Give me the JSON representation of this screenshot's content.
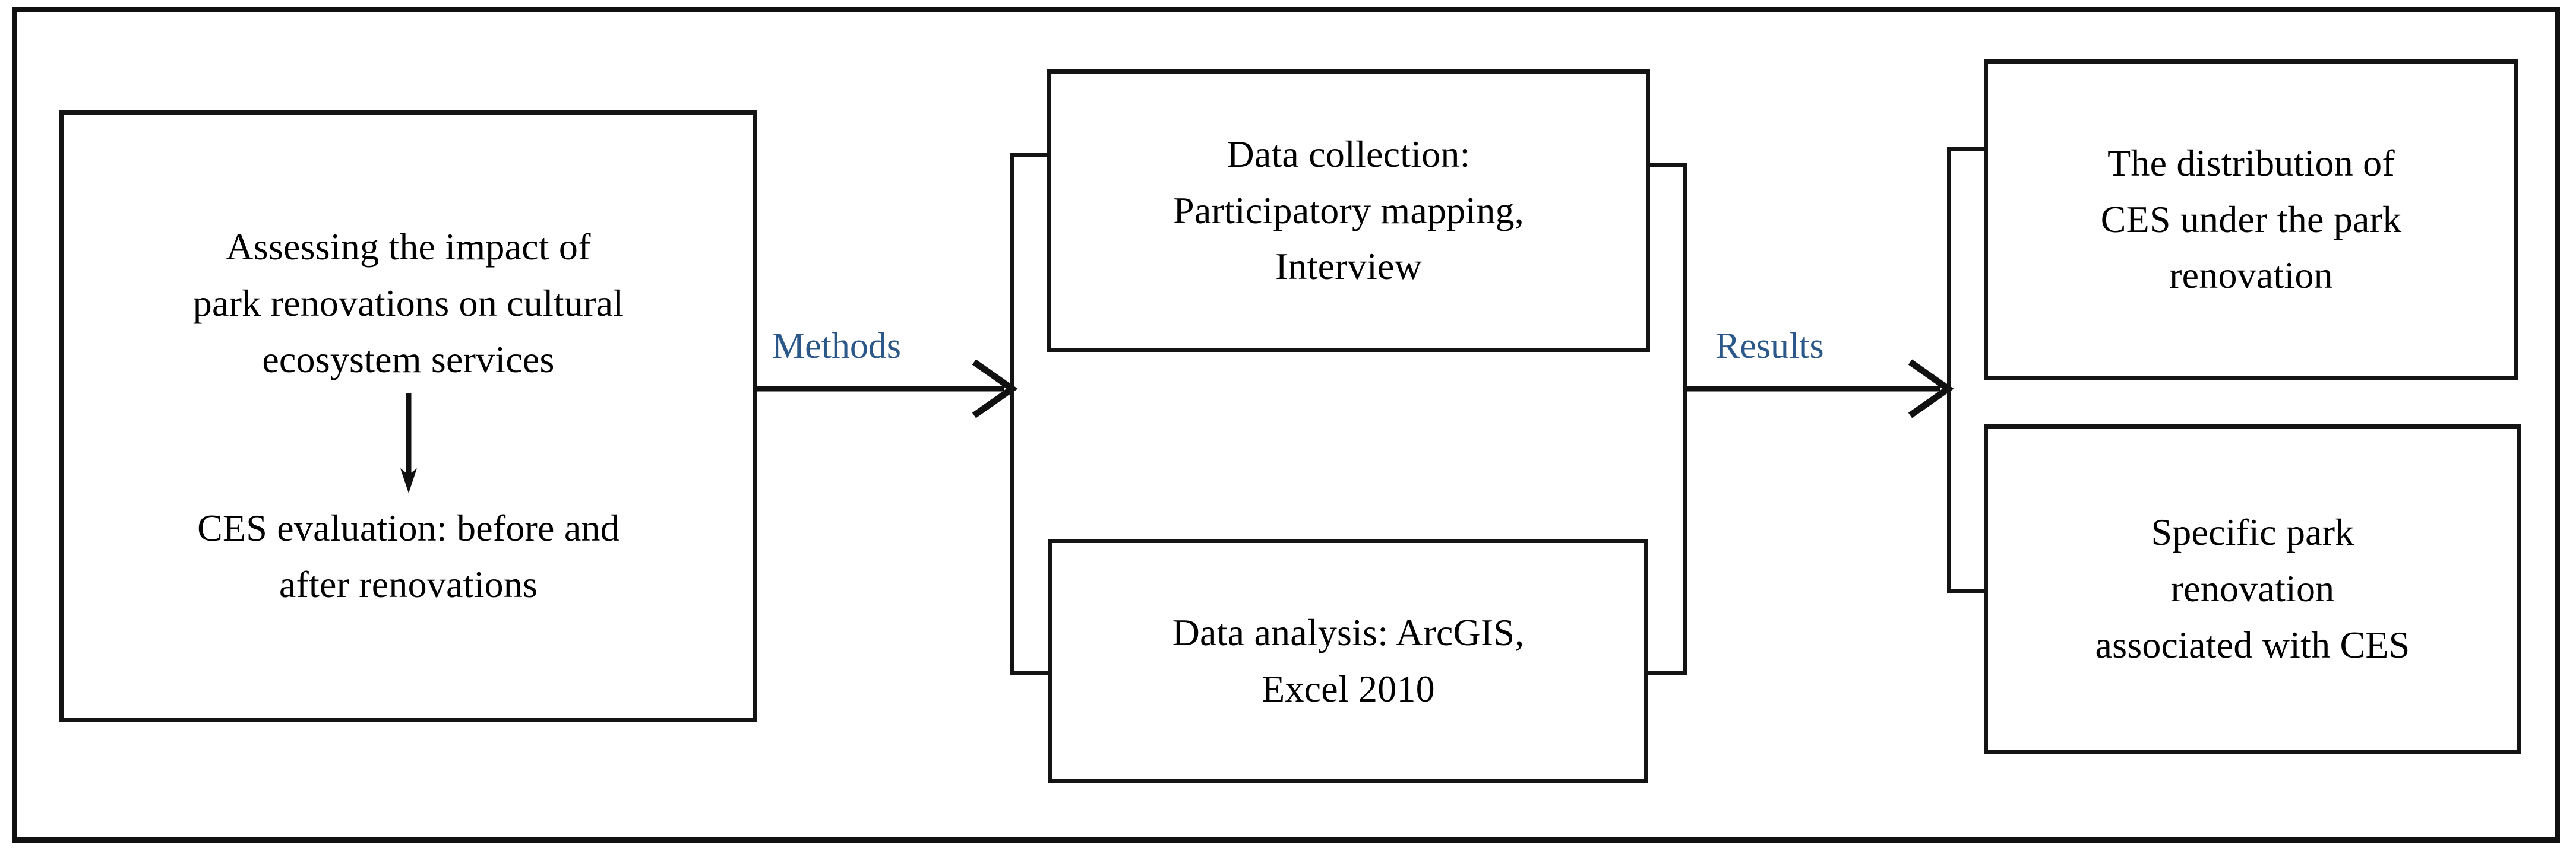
{
  "diagram": {
    "title": "Research framework flowchart",
    "frame": {
      "name": "outer-frame"
    },
    "colors": {
      "stroke": "#141414",
      "text": "#000000",
      "connector_label": "#2b5888",
      "background": "#ffffff"
    },
    "stages": {
      "objective": {
        "line_1": "Assessing the impact of\npark renovations on cultural\necosystem services",
        "inner_arrow_icon": "down-arrow-icon",
        "line_2": "CES evaluation: before and\nafter renovations"
      },
      "methods": {
        "connector_label": "Methods",
        "arrow_icon": "right-arrow-icon",
        "bracket_in_icon": "left-bracket-icon",
        "bracket_out_icon": "right-bracket-icon",
        "boxes": [
          {
            "name": "data-collection",
            "text": "Data collection:\nParticipatory mapping,\nInterview"
          },
          {
            "name": "data-analysis",
            "text": "Data analysis: ArcGIS,\nExcel 2010"
          }
        ]
      },
      "results": {
        "connector_label": "Results",
        "arrow_icon": "right-arrow-icon",
        "bracket_in_icon": "left-bracket-icon",
        "boxes": [
          {
            "name": "distribution",
            "text": "The distribution of\nCES under the park\nrenovation"
          },
          {
            "name": "specific-renovation",
            "text": "Specific park\nrenovation\nassociated with CES"
          }
        ]
      }
    }
  }
}
